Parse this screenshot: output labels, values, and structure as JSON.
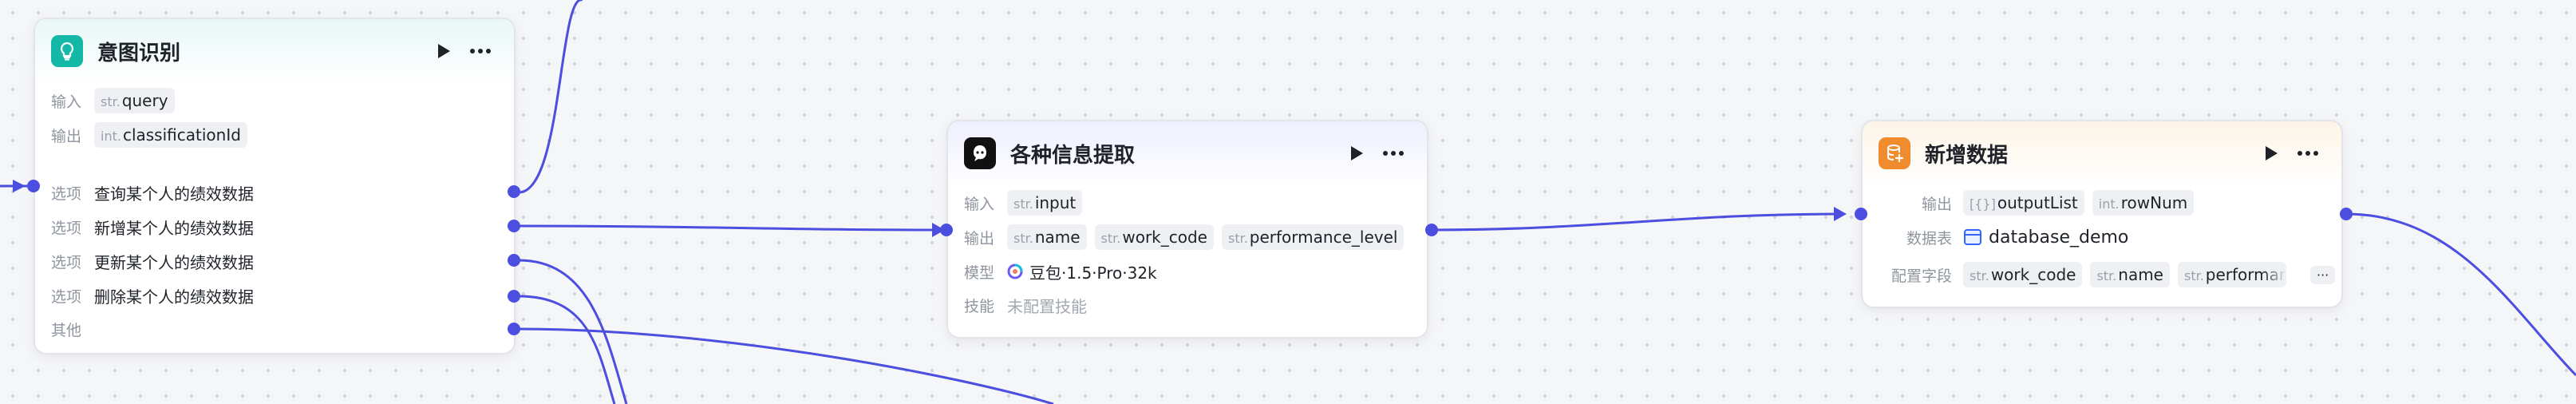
{
  "nodes": {
    "intent": {
      "title": "意图识别",
      "input_label": "输入",
      "input": {
        "type": "str.",
        "name": "query"
      },
      "output_label": "输出",
      "output": {
        "type": "int.",
        "name": "classificationId"
      },
      "option_label": "选项",
      "options": [
        "查询某个人的绩效数据",
        "新增某个人的绩效数据",
        "更新某个人的绩效数据",
        "删除某个人的绩效数据"
      ],
      "other_label": "其他"
    },
    "extract": {
      "title": "各种信息提取",
      "input_label": "输入",
      "input": {
        "type": "str.",
        "name": "input"
      },
      "output_label": "输出",
      "outputs": [
        {
          "type": "str.",
          "name": "name"
        },
        {
          "type": "str.",
          "name": "work_code"
        },
        {
          "type": "str.",
          "name": "performance_level"
        }
      ],
      "model_label": "模型",
      "model": "豆包·1.5·Pro·32k",
      "skill_label": "技能",
      "skill": "未配置技能"
    },
    "add": {
      "title": "新增数据",
      "output_label": "输出",
      "outputs": [
        {
          "type": "[{}]",
          "name": "outputList"
        },
        {
          "type": "int.",
          "name": "rowNum"
        }
      ],
      "table_label": "数据表",
      "table": "database_demo",
      "fields_label": "配置字段",
      "fields": [
        {
          "type": "str.",
          "name": "work_code"
        },
        {
          "type": "str.",
          "name": "name"
        },
        {
          "type": "str.",
          "name": "performance_level"
        }
      ],
      "more": "···"
    }
  },
  "colors": {
    "edge": "#4c4ee0",
    "intent_icon": "#14b8a6",
    "extract_icon": "#111111",
    "add_icon": "#f08c2e"
  },
  "icons": {
    "intent": "lightbulb-icon",
    "extract": "llm-icon",
    "add": "database-add-icon",
    "run": "play-icon",
    "more": "more-icon",
    "model": "doubao-logo-icon",
    "table": "table-icon"
  }
}
